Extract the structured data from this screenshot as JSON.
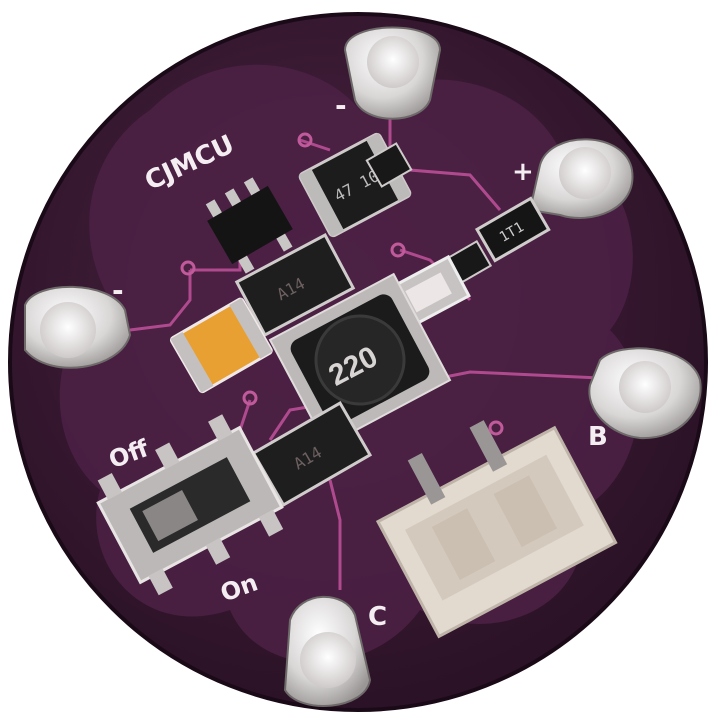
{
  "board": {
    "brand": "CJMCU",
    "pads": {
      "minus_top": "-",
      "plus": "+",
      "minus_left": "-",
      "b": "B",
      "c": "C"
    },
    "switch": {
      "off": "Off",
      "on": "On"
    },
    "inductor_label": "220",
    "cap_label": "47 10L",
    "diode_top": "A14",
    "diode_bottom": "A14",
    "resistor_small": "1T1"
  },
  "colors": {
    "board": "#3a1a33",
    "board_light": "#5a2a55",
    "pad": "#c8c4c4",
    "trace": "#b04a8e"
  }
}
